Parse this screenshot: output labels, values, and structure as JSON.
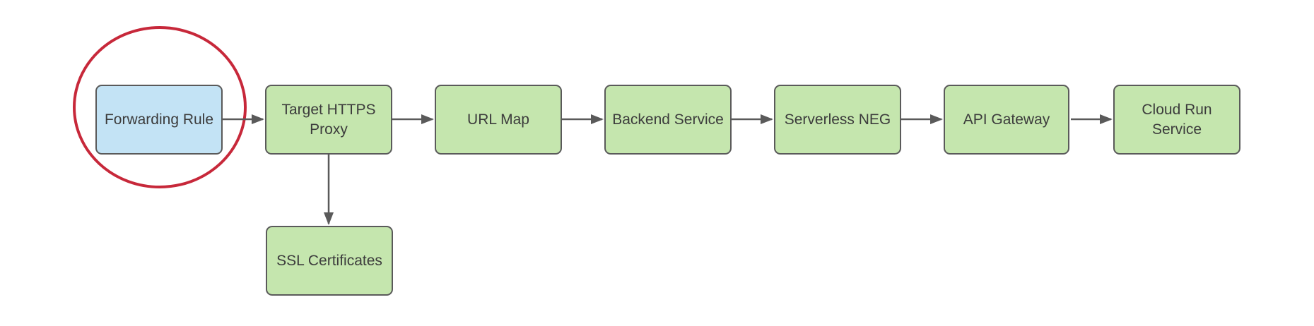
{
  "diagram": {
    "type": "flowchart",
    "description": "Google Cloud HTTPS load balancing flow with the Forwarding Rule node highlighted by a red ellipse",
    "nodes": [
      {
        "id": "forwarding-rule",
        "label": "Forwarding Rule",
        "fill": "blue",
        "highlighted": true
      },
      {
        "id": "target-https-proxy",
        "label": "Target HTTPS Proxy",
        "fill": "green",
        "highlighted": false
      },
      {
        "id": "url-map",
        "label": "URL Map",
        "fill": "green",
        "highlighted": false
      },
      {
        "id": "backend-service",
        "label": "Backend Service",
        "fill": "green",
        "highlighted": false
      },
      {
        "id": "serverless-neg",
        "label": "Serverless NEG",
        "fill": "green",
        "highlighted": false
      },
      {
        "id": "api-gateway",
        "label": "API Gateway",
        "fill": "green",
        "highlighted": false
      },
      {
        "id": "cloud-run-service",
        "label": "Cloud Run Service",
        "fill": "green",
        "highlighted": false
      },
      {
        "id": "ssl-certificates",
        "label": "SSL Certificates",
        "fill": "green",
        "highlighted": false
      }
    ],
    "edges": [
      {
        "from": "forwarding-rule",
        "to": "target-https-proxy",
        "direction": "right"
      },
      {
        "from": "target-https-proxy",
        "to": "url-map",
        "direction": "right"
      },
      {
        "from": "url-map",
        "to": "backend-service",
        "direction": "right"
      },
      {
        "from": "backend-service",
        "to": "serverless-neg",
        "direction": "right"
      },
      {
        "from": "serverless-neg",
        "to": "api-gateway",
        "direction": "right"
      },
      {
        "from": "api-gateway",
        "to": "cloud-run-service",
        "direction": "right"
      },
      {
        "from": "target-https-proxy",
        "to": "ssl-certificates",
        "direction": "down"
      }
    ],
    "highlight": {
      "shape": "ellipse",
      "around": "forwarding-rule"
    },
    "colors": {
      "blue_fill": "#c3e3f5",
      "green_fill": "#c5e6ae",
      "node_border": "#5a5a5a",
      "node_text": "#3c3c3c",
      "arrow": "#5a5a5a",
      "highlight": "#c7283a",
      "background": "#ffffff"
    }
  }
}
